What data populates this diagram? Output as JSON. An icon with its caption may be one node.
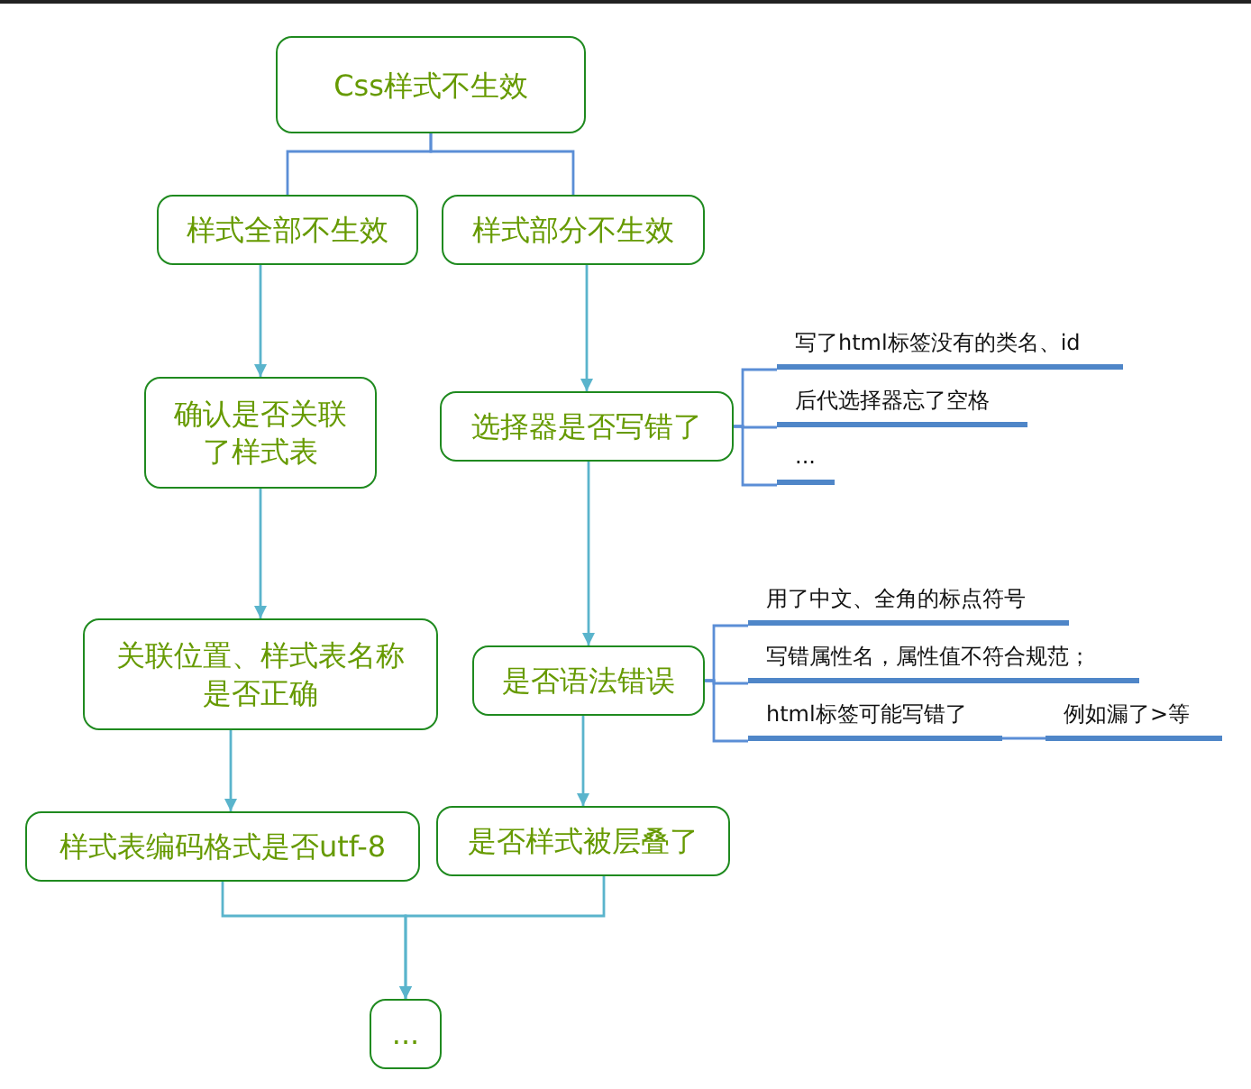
{
  "diagram": {
    "nodes": [
      {
        "text": [
          "Css样式不生效"
        ]
      },
      {
        "text": [
          "样式全部不生效"
        ]
      },
      {
        "text": [
          "样式部分不生效"
        ]
      },
      {
        "text": [
          "确认是否关联了样式表"
        ]
      },
      {
        "text": [
          "选择器是否写错了"
        ]
      },
      {
        "text": [
          "关联位置、样式表名称是否正确"
        ]
      },
      {
        "text": [
          "是否语法错误"
        ]
      },
      {
        "text": [
          "样式表编码格式是否utf-8"
        ]
      },
      {
        "text": [
          "是否样式被层叠了"
        ]
      },
      {
        "text": [
          "..."
        ]
      },
      {
        "text": [
          "写了html标签没有的类名、id"
        ]
      },
      {
        "text": [
          "后代选择器忘了空格"
        ]
      },
      {
        "text": [
          "..."
        ]
      },
      {
        "text": [
          "用了中文、全角的标点符号"
        ]
      },
      {
        "text": [
          "写错属性名，属性值不符合规范；"
        ]
      },
      {
        "text": [
          "html标签可能写错了"
        ]
      },
      {
        "text": [
          "例如漏了>等"
        ]
      }
    ],
    "edges": [
      {
        "from": 0,
        "to": 1,
        "arrow": "none",
        "color": "#5b8ed6"
      },
      {
        "from": 0,
        "to": 2,
        "arrow": "none",
        "color": "#5b8ed6"
      },
      {
        "from": 1,
        "to": 3,
        "arrow": "to"
      },
      {
        "from": 2,
        "to": 4,
        "arrow": "to"
      },
      {
        "from": 3,
        "to": 5,
        "arrow": "to"
      },
      {
        "from": 4,
        "to": 6,
        "arrow": "to"
      },
      {
        "from": 5,
        "to": 7,
        "arrow": "to"
      },
      {
        "from": 6,
        "to": 8,
        "arrow": "to"
      },
      {
        "from": 7,
        "to": 9,
        "arrow": "to"
      },
      {
        "from": 8,
        "to": 9,
        "arrow": "to"
      },
      {
        "from": 4,
        "to": 10,
        "arrow": "none",
        "color": "#5b8ed6"
      },
      {
        "from": 4,
        "to": 11,
        "arrow": "none",
        "color": "#5b8ed6"
      },
      {
        "from": 4,
        "to": 12,
        "arrow": "none",
        "color": "#5b8ed6"
      },
      {
        "from": 6,
        "to": 13,
        "arrow": "none",
        "color": "#5b8ed6"
      },
      {
        "from": 6,
        "to": 14,
        "arrow": "none",
        "color": "#5b8ed6"
      },
      {
        "from": 6,
        "to": 15,
        "arrow": "none",
        "color": "#5b8ed6"
      },
      {
        "from": 15,
        "to": 16,
        "arrow": "none",
        "color": "#5b8ed6"
      }
    ]
  }
}
